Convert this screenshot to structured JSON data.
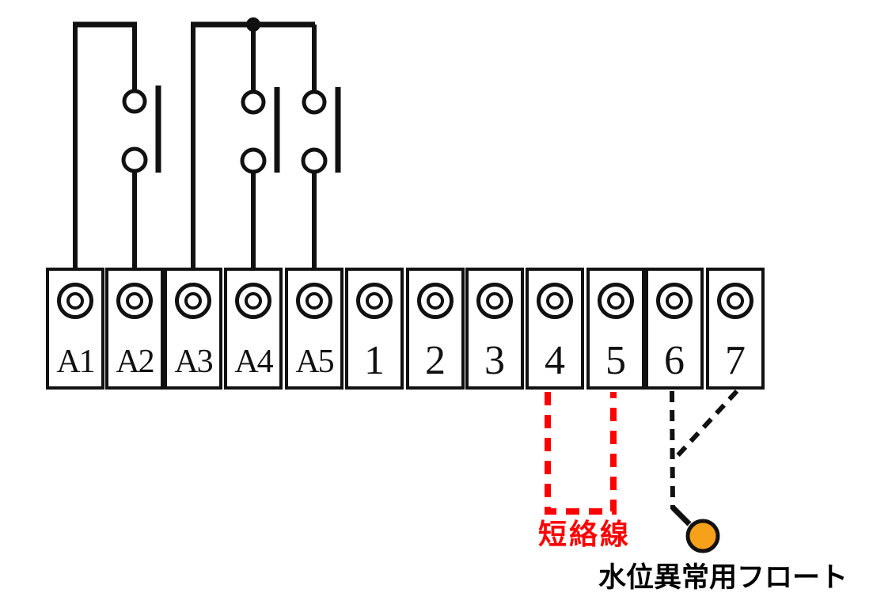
{
  "terminal_block": {
    "terminals": [
      {
        "label": "A1"
      },
      {
        "label": "A2"
      },
      {
        "label": "A3"
      },
      {
        "label": "A4"
      },
      {
        "label": "A5"
      },
      {
        "label": "1"
      },
      {
        "label": "2"
      },
      {
        "label": "3"
      },
      {
        "label": "4"
      },
      {
        "label": "5"
      },
      {
        "label": "6"
      },
      {
        "label": "7"
      }
    ]
  },
  "annotations": {
    "jumper_label": "短絡線",
    "float_label": "水位異常用フロート"
  },
  "colors": {
    "wire_black": "#111111",
    "jumper_red": "#ff0000",
    "float_orange": "#f7a01a"
  }
}
